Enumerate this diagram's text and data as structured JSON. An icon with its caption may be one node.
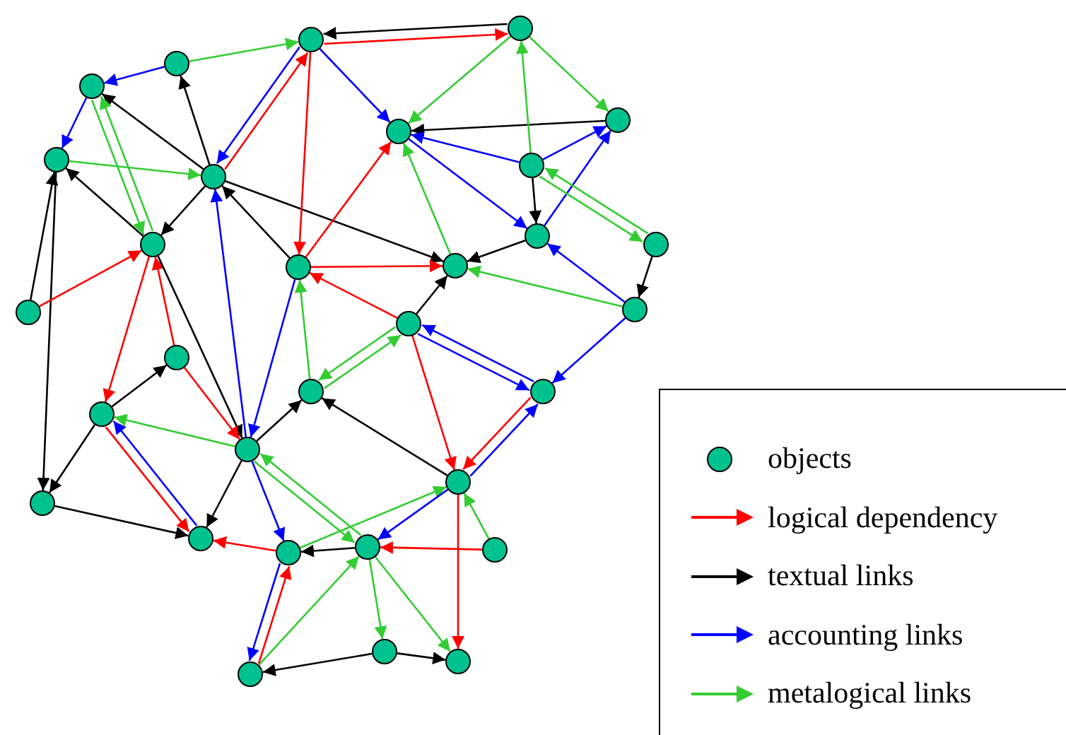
{
  "diagram": {
    "nodes": [
      {
        "text": [],
        "shape": "circle"
      },
      {
        "text": [],
        "shape": "circle"
      },
      {
        "text": [],
        "shape": "circle"
      },
      {
        "text": [],
        "shape": "circle"
      },
      {
        "text": [],
        "shape": "circle"
      },
      {
        "text": [],
        "shape": "circle"
      },
      {
        "text": [],
        "shape": "circle"
      },
      {
        "text": [],
        "shape": "circle"
      },
      {
        "text": [],
        "shape": "circle"
      },
      {
        "text": [],
        "shape": "circle"
      },
      {
        "text": [],
        "shape": "circle"
      },
      {
        "text": [],
        "shape": "circle"
      },
      {
        "text": [],
        "shape": "circle"
      },
      {
        "text": [],
        "shape": "circle"
      },
      {
        "text": [],
        "shape": "circle"
      },
      {
        "text": [],
        "shape": "circle"
      },
      {
        "text": [],
        "shape": "circle"
      },
      {
        "text": [],
        "shape": "circle"
      },
      {
        "text": [],
        "shape": "circle"
      },
      {
        "text": [],
        "shape": "circle"
      },
      {
        "text": [],
        "shape": "circle"
      },
      {
        "text": [],
        "shape": "circle"
      },
      {
        "text": [],
        "shape": "circle"
      },
      {
        "text": [],
        "shape": "circle"
      },
      {
        "text": [],
        "shape": "circle"
      },
      {
        "text": [],
        "shape": "circle"
      },
      {
        "text": [],
        "shape": "circle"
      },
      {
        "text": [],
        "shape": "circle"
      },
      {
        "text": [],
        "shape": "circle"
      },
      {
        "text": [],
        "shape": "circle"
      },
      {
        "text": [],
        "shape": "circle"
      }
    ],
    "edges": [
      {
        "from": 0,
        "to": 3,
        "arrow": "to",
        "color": "#0000ff"
      },
      {
        "from": 0,
        "to": 1,
        "arrow": "to",
        "color": "#33cc33"
      },
      {
        "from": 3,
        "to": 4,
        "arrow": "to",
        "color": "#0000ff"
      },
      {
        "from": 4,
        "to": 5,
        "arrow": "to",
        "color": "#33cc33"
      },
      {
        "from": 5,
        "to": 0,
        "arrow": "to"
      },
      {
        "from": 5,
        "to": 3,
        "arrow": "to"
      },
      {
        "from": 3,
        "to": 9,
        "arrow": "to",
        "color": "#33cc33"
      },
      {
        "from": 9,
        "to": 3,
        "arrow": "to",
        "color": "#33cc33"
      },
      {
        "from": 5,
        "to": 9,
        "arrow": "to"
      },
      {
        "from": 1,
        "to": 5,
        "arrow": "to",
        "color": "#0000ff"
      },
      {
        "from": 5,
        "to": 1,
        "arrow": "to",
        "color": "#ff0000"
      },
      {
        "from": 5,
        "to": 11,
        "arrow": "to"
      },
      {
        "from": 9,
        "to": 4,
        "arrow": "to"
      },
      {
        "from": 14,
        "to": 4,
        "arrow": "to"
      },
      {
        "from": 4,
        "to": 23,
        "arrow": "to"
      },
      {
        "from": 14,
        "to": 9,
        "arrow": "to",
        "color": "#ff0000"
      },
      {
        "from": 9,
        "to": 20,
        "arrow": "to",
        "color": "#ff0000"
      },
      {
        "from": 17,
        "to": 9,
        "arrow": "to",
        "color": "#ff0000"
      },
      {
        "from": 9,
        "to": 21,
        "arrow": "to"
      },
      {
        "from": 21,
        "to": 5,
        "arrow": "to",
        "color": "#0000ff"
      },
      {
        "from": 10,
        "to": 21,
        "arrow": "to",
        "color": "#0000ff"
      },
      {
        "from": 10,
        "to": 5,
        "arrow": "to"
      },
      {
        "from": 1,
        "to": 10,
        "arrow": "to",
        "color": "#ff0000"
      },
      {
        "from": 10,
        "to": 6,
        "arrow": "to",
        "color": "#ff0000"
      },
      {
        "from": 10,
        "to": 11,
        "arrow": "to",
        "color": "#ff0000"
      },
      {
        "from": 16,
        "to": 10,
        "arrow": "to",
        "color": "#ff0000"
      },
      {
        "from": 18,
        "to": 10,
        "arrow": "to",
        "color": "#33cc33"
      },
      {
        "from": 1,
        "to": 6,
        "arrow": "to",
        "color": "#0000ff"
      },
      {
        "from": 1,
        "to": 2,
        "arrow": "to",
        "color": "#ff0000"
      },
      {
        "from": 2,
        "to": 1,
        "arrow": "to"
      },
      {
        "from": 2,
        "to": 6,
        "arrow": "to",
        "color": "#33cc33"
      },
      {
        "from": 2,
        "to": 7,
        "arrow": "to",
        "color": "#33cc33"
      },
      {
        "from": 7,
        "to": 6,
        "arrow": "to"
      },
      {
        "from": 8,
        "to": 6,
        "arrow": "to",
        "color": "#0000ff"
      },
      {
        "from": 6,
        "to": 12,
        "arrow": "to",
        "color": "#0000ff"
      },
      {
        "from": 11,
        "to": 6,
        "arrow": "to",
        "color": "#33cc33"
      },
      {
        "from": 8,
        "to": 2,
        "arrow": "to",
        "color": "#33cc33"
      },
      {
        "from": 8,
        "to": 7,
        "arrow": "to",
        "color": "#0000ff"
      },
      {
        "from": 8,
        "to": 12,
        "arrow": "to"
      },
      {
        "from": 12,
        "to": 7,
        "arrow": "to",
        "color": "#0000ff"
      },
      {
        "from": 13,
        "to": 8,
        "arrow": "to",
        "color": "#33cc33"
      },
      {
        "from": 8,
        "to": 13,
        "arrow": "to",
        "color": "#33cc33"
      },
      {
        "from": 12,
        "to": 11,
        "arrow": "to"
      },
      {
        "from": 13,
        "to": 15,
        "arrow": "to"
      },
      {
        "from": 15,
        "to": 11,
        "arrow": "to",
        "color": "#33cc33"
      },
      {
        "from": 15,
        "to": 12,
        "arrow": "to",
        "color": "#0000ff"
      },
      {
        "from": 16,
        "to": 11,
        "arrow": "to"
      },
      {
        "from": 15,
        "to": 19,
        "arrow": "to",
        "color": "#0000ff"
      },
      {
        "from": 16,
        "to": 19,
        "arrow": "to",
        "color": "#0000ff"
      },
      {
        "from": 19,
        "to": 16,
        "arrow": "to",
        "color": "#0000ff"
      },
      {
        "from": 16,
        "to": 18,
        "arrow": "to",
        "color": "#33cc33"
      },
      {
        "from": 18,
        "to": 16,
        "arrow": "to",
        "color": "#33cc33"
      },
      {
        "from": 16,
        "to": 22,
        "arrow": "to",
        "color": "#ff0000"
      },
      {
        "from": 22,
        "to": 19,
        "arrow": "to",
        "color": "#0000ff"
      },
      {
        "from": 19,
        "to": 22,
        "arrow": "to",
        "color": "#ff0000"
      },
      {
        "from": 22,
        "to": 18,
        "arrow": "to"
      },
      {
        "from": 21,
        "to": 18,
        "arrow": "to"
      },
      {
        "from": 21,
        "to": 20,
        "arrow": "to",
        "color": "#33cc33"
      },
      {
        "from": 20,
        "to": 17,
        "arrow": "to"
      },
      {
        "from": 17,
        "to": 21,
        "arrow": "to",
        "color": "#ff0000"
      },
      {
        "from": 20,
        "to": 23,
        "arrow": "to"
      },
      {
        "from": 20,
        "to": 24,
        "arrow": "to",
        "color": "#ff0000"
      },
      {
        "from": 24,
        "to": 20,
        "arrow": "to",
        "color": "#0000ff"
      },
      {
        "from": 23,
        "to": 24,
        "arrow": "to"
      },
      {
        "from": 21,
        "to": 24,
        "arrow": "to"
      },
      {
        "from": 21,
        "to": 25,
        "arrow": "to",
        "color": "#0000ff"
      },
      {
        "from": 21,
        "to": 26,
        "arrow": "to",
        "color": "#33cc33"
      },
      {
        "from": 26,
        "to": 21,
        "arrow": "to",
        "color": "#33cc33"
      },
      {
        "from": 25,
        "to": 24,
        "arrow": "to",
        "color": "#ff0000"
      },
      {
        "from": 26,
        "to": 25,
        "arrow": "to"
      },
      {
        "from": 25,
        "to": 22,
        "arrow": "to",
        "color": "#33cc33"
      },
      {
        "from": 22,
        "to": 26,
        "arrow": "to",
        "color": "#0000ff"
      },
      {
        "from": 27,
        "to": 26,
        "arrow": "to",
        "color": "#ff0000"
      },
      {
        "from": 27,
        "to": 22,
        "arrow": "to",
        "color": "#33cc33"
      },
      {
        "from": 22,
        "to": 30,
        "arrow": "to",
        "color": "#ff0000"
      },
      {
        "from": 26,
        "to": 28,
        "arrow": "to",
        "color": "#33cc33"
      },
      {
        "from": 26,
        "to": 30,
        "arrow": "to",
        "color": "#33cc33"
      },
      {
        "from": 28,
        "to": 30,
        "arrow": "to"
      },
      {
        "from": 28,
        "to": 29,
        "arrow": "to"
      },
      {
        "from": 29,
        "to": 25,
        "arrow": "to",
        "color": "#ff0000"
      },
      {
        "from": 25,
        "to": 29,
        "arrow": "to",
        "color": "#0000ff"
      },
      {
        "from": 29,
        "to": 26,
        "arrow": "to",
        "color": "#33cc33"
      }
    ],
    "legend": [
      {
        "text": "objects"
      },
      {
        "text": "logical dependency",
        "color": "#ff0000"
      },
      {
        "text": "textual links",
        "color": "#000000"
      },
      {
        "text": "accounting links",
        "color": "#0000ff"
      },
      {
        "text": "metalogical links",
        "color": "#33cc33"
      }
    ]
  }
}
